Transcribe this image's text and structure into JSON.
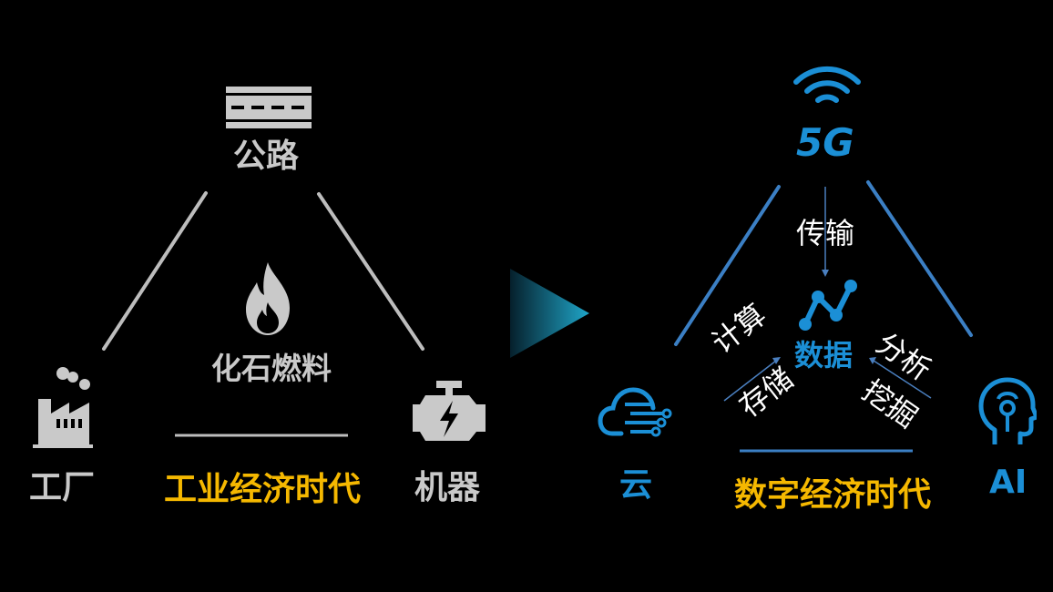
{
  "industrial": {
    "top_label": "公路",
    "center_label": "化石燃料",
    "left_label": "工厂",
    "right_label": "机器",
    "era_label": "工业经济时代"
  },
  "digital": {
    "top_label": "5G",
    "center_label": "数据",
    "left_label": "云",
    "right_label": "AI",
    "era_label": "数字经济时代",
    "transmit_label": "传输",
    "compute_label": "计算",
    "storage_label": "存储",
    "analyze_label": "分析",
    "mining_label": "挖掘"
  },
  "colors": {
    "gray": "#c9c9c9",
    "yellow": "#f5b800",
    "blue": "#1b8fd6",
    "teal": "#1a9fbf"
  },
  "icons": [
    "road-icon",
    "flame-icon",
    "factory-icon",
    "engine-icon",
    "wifi-icon",
    "data-chart-icon",
    "cloud-icon",
    "ai-head-icon",
    "arrow-right-icon"
  ]
}
